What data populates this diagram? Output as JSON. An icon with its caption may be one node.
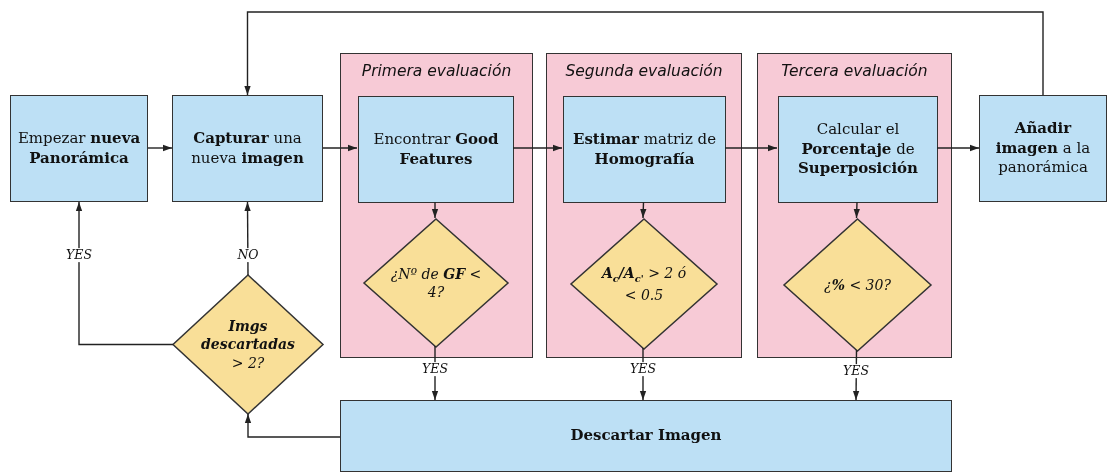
{
  "diagram": {
    "nodes": [
      {
        "text": [
          "Empezar **nueva Panorámica**"
        ]
      },
      {
        "text": [
          "**Capturar** una nueva **imagen**"
        ]
      },
      {
        "text": [
          "Primera evaluación"
        ]
      },
      {
        "text": [
          "Encontrar **Good Features**"
        ],
        "in": 2
      },
      {
        "text": [
          "¿Nº de **GF** < 4?"
        ],
        "in": 2
      },
      {
        "text": [
          "Segunda evaluación"
        ]
      },
      {
        "text": [
          "**Estimar** matriz de **Homografía**"
        ],
        "in": 5
      },
      {
        "text": [
          "**A**$_{c}$**/A**$_{c'}$ > 2 ó < 0.5"
        ],
        "in": 5
      },
      {
        "text": [
          "Tercera evaluación"
        ]
      },
      {
        "text": [
          "Calcular el **Porcentaje** de **Superposición**"
        ],
        "in": 8
      },
      {
        "text": [
          "¿**%** < 30?"
        ],
        "in": 8
      },
      {
        "text": [
          "**Añadir imagen** a la panorámica"
        ]
      },
      {
        "text": [
          "**Imgs descartadas** > 2?"
        ]
      },
      {
        "text": [
          "Descartar Imagen"
        ]
      }
    ],
    "edges": [
      {
        "from": 0,
        "to": 1,
        "arrow": "to"
      },
      {
        "from": 1,
        "to": 3,
        "arrow": "to"
      },
      {
        "from": 3,
        "to": 4,
        "arrow": "to"
      },
      {
        "from": 3,
        "to": 6,
        "arrow": "to"
      },
      {
        "from": 6,
        "to": 7,
        "arrow": "to"
      },
      {
        "from": 6,
        "to": 9,
        "arrow": "to"
      },
      {
        "from": 9,
        "to": 10,
        "arrow": "to"
      },
      {
        "from": 9,
        "to": 11,
        "arrow": "to"
      },
      {
        "from": 11,
        "to": 1,
        "arrow": "to"
      },
      {
        "from": 4,
        "to": 13,
        "arrow": "to",
        "label": "YES"
      },
      {
        "from": 7,
        "to": 13,
        "arrow": "to",
        "label": "YES"
      },
      {
        "from": 10,
        "to": 13,
        "arrow": "to",
        "label": "YES"
      },
      {
        "from": 13,
        "to": 12,
        "arrow": "to"
      },
      {
        "from": 12,
        "to": 0,
        "arrow": "to",
        "label": "YES"
      },
      {
        "from": 12,
        "to": 1,
        "arrow": "to",
        "label": "NO"
      }
    ]
  }
}
